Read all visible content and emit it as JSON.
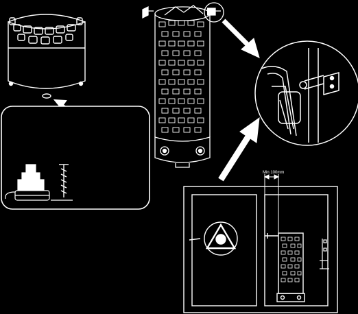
{
  "figure": {
    "background": "#000000",
    "stroke": "#ffffff",
    "clearance_label": "Min 100mm"
  },
  "panels": [
    {
      "id": "heater-base-top-view",
      "icon": "heater-base-icon"
    },
    {
      "id": "mounting-detail-inset",
      "icon": "mounting-bracket-icon"
    },
    {
      "id": "heater-tower",
      "icon": "sauna-heater-icon"
    },
    {
      "id": "wall-bracket-zoom",
      "icon": "wall-bracket-icon"
    },
    {
      "id": "room-installation-plan",
      "icon": "room-plan-icon"
    }
  ]
}
